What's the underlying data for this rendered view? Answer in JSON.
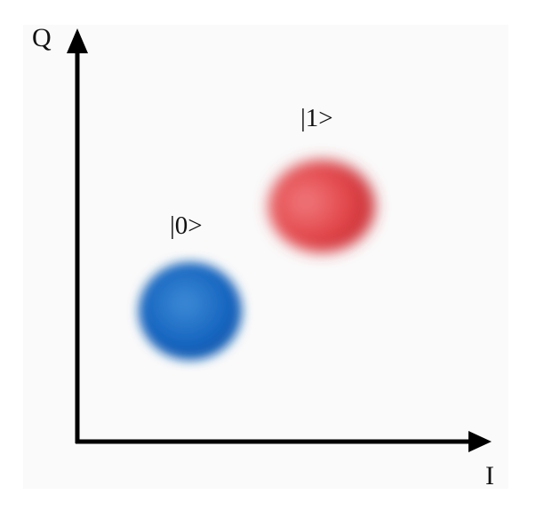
{
  "axes": {
    "x_label": "I",
    "y_label": "Q"
  },
  "states": [
    {
      "label": "|0>",
      "color": "#1565c0",
      "highlight": "#3d8ad6"
    },
    {
      "label": "|1>",
      "color": "#d9363a",
      "highlight": "#f07a7d"
    }
  ],
  "colors": {
    "axis": "#000000",
    "background": "#fafafa"
  }
}
